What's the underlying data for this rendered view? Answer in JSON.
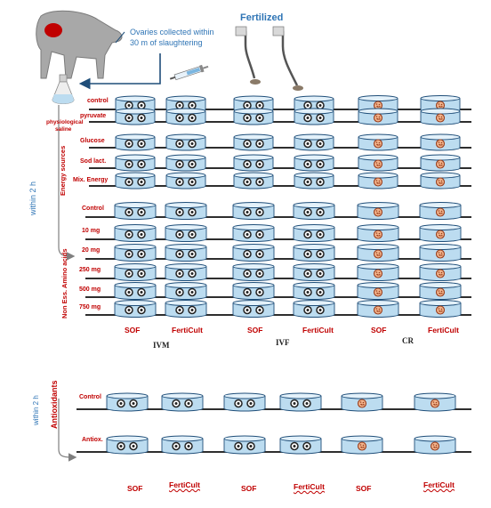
{
  "colors": {
    "dish_fill": "#bcdcf0",
    "dish_stroke": "#1f4e79",
    "label_red": "#c00000",
    "note_blue": "#2e74b5",
    "arrow_blue": "#1f4e79"
  },
  "header": {
    "note_line1": "Ovaries  collected  within",
    "note_line2": "30 m of slaughtering",
    "fertilized": "Fertilized",
    "saline_line1": "physiological",
    "saline_line2": "saline"
  },
  "side_labels": {
    "within_top": "within 2 h",
    "energy": "Energy sources",
    "amino": "Non Ess. Amino acids",
    "within_bottom": "within 2 h",
    "antioxidants": "Antioxidants"
  },
  "rows_top": [
    "control",
    "pyruvate",
    "Glucose",
    "Sod lact.",
    "Mix. Energy"
  ],
  "rows_mid": [
    "Control",
    "10 mg",
    "20 mg",
    "250 mg",
    "500 mg",
    "750 mg"
  ],
  "rows_bottom": [
    "Control",
    "Antiox."
  ],
  "columns": [
    "SOF",
    "FertiCult",
    "SOF",
    "FertiCult",
    "SOF",
    "FertiCult"
  ],
  "groups": [
    "IVM",
    "IVF",
    "CR"
  ],
  "columns_bottom": [
    "SOF",
    "FertiCult",
    "SOF",
    "FertiCult",
    "SOF",
    "FertiCult"
  ],
  "dish_content": [
    "oocytes",
    "oocytes",
    "oocytes",
    "oocytes",
    "embryo",
    "embryo"
  ]
}
